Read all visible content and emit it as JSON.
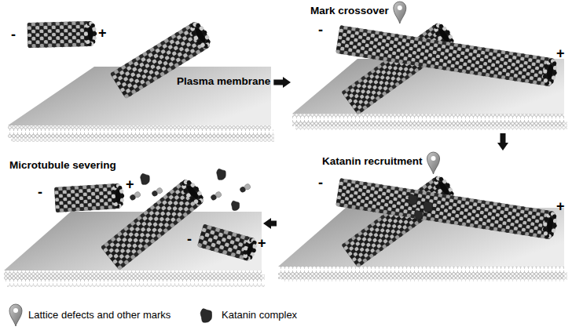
{
  "diagram": {
    "nodes": [
      {
        "text": [
          "Plasma membrane"
        ]
      },
      {
        "text": [
          "Mark crossover"
        ]
      },
      {
        "text": [
          "Microtubule severing"
        ]
      },
      {
        "text": [
          "Katanin recruitment"
        ]
      }
    ],
    "edges": [
      {
        "from": 0,
        "to": 1,
        "arrow": "to"
      },
      {
        "from": 1,
        "to": 3,
        "arrow": "to"
      },
      {
        "from": 3,
        "to": 2,
        "arrow": "to"
      }
    ],
    "labels": [
      "-",
      "+",
      "-",
      "+",
      "-",
      "+",
      "-",
      "+",
      "-",
      "+"
    ],
    "legend": [
      {
        "text": "Lattice defects and other marks"
      },
      {
        "text": "Katanin complex"
      }
    ]
  }
}
